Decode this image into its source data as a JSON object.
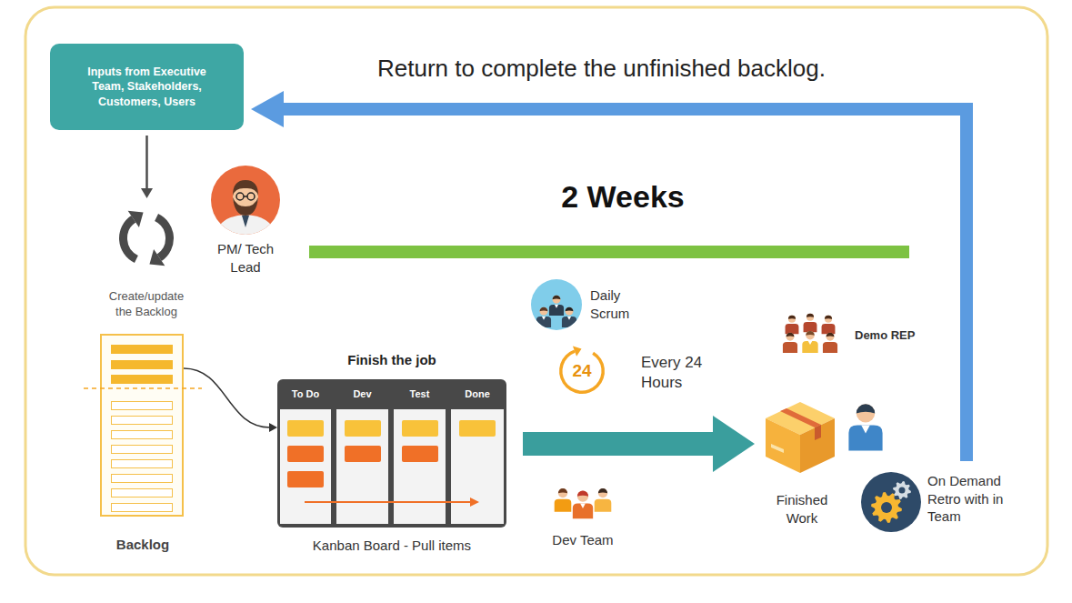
{
  "diagram": {
    "nodes": [
      {
        "text": [
          "Inputs from Executive Team, Stakeholders, Customers, Users"
        ]
      },
      {
        "text": [
          "Create/update the Backlog"
        ]
      },
      {
        "text": [
          "PM/ Tech Lead"
        ]
      },
      {
        "text": [
          "Backlog"
        ]
      },
      {
        "text": [
          "Finish the job",
          "Kanban Board - Pull items"
        ]
      },
      {
        "text": [
          "To Do"
        ],
        "in": 4
      },
      {
        "text": [
          "Dev"
        ],
        "in": 4
      },
      {
        "text": [
          "Test"
        ],
        "in": 4
      },
      {
        "text": [
          "Done"
        ],
        "in": 4
      },
      {
        "text": [
          "Daily Scrum"
        ]
      },
      {
        "text": [
          "24",
          "Every 24 Hours"
        ]
      },
      {
        "text": [
          "Dev Team"
        ]
      },
      {
        "text": [
          "Finished Work"
        ]
      },
      {
        "text": [
          "Demo REP"
        ]
      },
      {
        "text": [
          "On Demand Retro with in Team"
        ]
      }
    ],
    "edges": [
      {
        "from": 0,
        "to": 1,
        "arrow": "to"
      },
      {
        "from": 3,
        "to": 5,
        "arrow": "to"
      },
      {
        "from": 4,
        "to": 12,
        "arrow": "to"
      },
      {
        "from": 14,
        "to": 0,
        "label": "Return to complete the unfinished backlog.",
        "arrow": "to"
      }
    ],
    "labels": [
      "2 Weeks"
    ]
  }
}
